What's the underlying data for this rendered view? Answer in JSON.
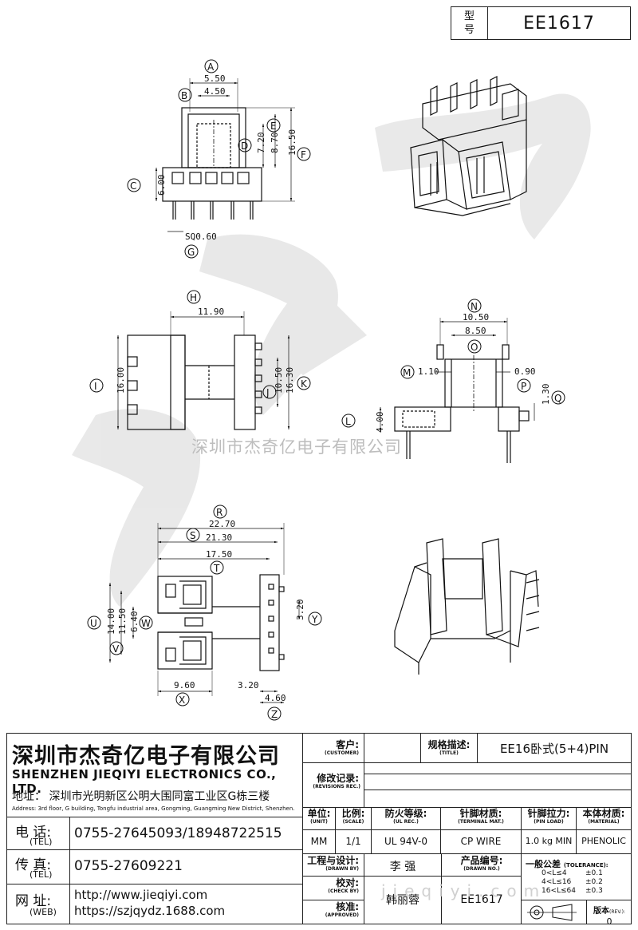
{
  "model_box": {
    "key_line1": "型",
    "key_line2": "号",
    "value": "EE1617"
  },
  "watermark": "深圳市杰奇亿电子有限公司",
  "watermark_url": "jieqiyi.com",
  "dims_front": {
    "A": "A",
    "B": "B",
    "C": "C",
    "D": "D",
    "E": "E",
    "F": "F",
    "G": "G",
    "v550": "5.50",
    "v450": "4.50",
    "v720": "7.20",
    "v870": "8.70",
    "v1650": "16.50",
    "v600": "6.00",
    "vsq": "SQ0.60"
  },
  "dims_side": {
    "H": "H",
    "I": "I",
    "J": "J",
    "K": "K",
    "v1190": "11.90",
    "v1600": "16.00",
    "v1050": "10.50",
    "v1630": "16.30"
  },
  "dims_end": {
    "N": "N",
    "O": "O",
    "M": "M",
    "P": "P",
    "Q": "Q",
    "L": "L",
    "v1050": "10.50",
    "v850": "8.50",
    "v110": "1.10",
    "v090": "0.90",
    "v130": "1.30",
    "v400": "4.00"
  },
  "dims_top": {
    "R": "R",
    "S": "S",
    "T": "T",
    "U": "U",
    "V": "V",
    "W": "W",
    "X": "X",
    "Y": "Y",
    "Z": "Z",
    "v2270": "22.70",
    "v2130": "21.30",
    "v1750": "17.50",
    "v1400": "14.00",
    "v1150": "11.50",
    "v640": "6.40",
    "v960": "9.60",
    "v320a": "3.20",
    "v320b": "3.20",
    "v460": "4.60"
  },
  "company": {
    "name_cn": "深圳市杰奇亿电子有限公司",
    "name_en": "SHENZHEN JIEQIYI ELECTRONICS CO., LTD.",
    "address_cn": "地址：  深圳市光明新区公明大围同富工业区G栋三楼",
    "address_en": "Address: 3rd floor, G building, Tongfu industrial area, Gongming, Guangming New District, Shenzhen.",
    "tel_label": "电  话:",
    "tel_label_en": "(TEL)",
    "tel": "0755-27645093/18948722515",
    "fax_label": "传  真:",
    "fax_label_en": "(TEL)",
    "fax": "0755-27609221",
    "web_label": "网  址:",
    "web_label_en": "(WEB)",
    "web1": "http://www.jieqiyi.com",
    "web2": "https://szjqydz.1688.com"
  },
  "title_block": {
    "customer_label": "客户:",
    "customer_label_en": "(CUSTOMER)",
    "customer": "",
    "title_label": "规格描述:",
    "title_label_en": "(TITLE)",
    "title": "EE16卧式(5+4)PIN",
    "rev_label": "修改记录:",
    "rev_label_en": "(REVISIONS REC.)",
    "unit_label": "单位:",
    "unit_label_en": "(UNIT)",
    "unit": "MM",
    "scale_label": "比例:",
    "scale_label_en": "(SCALE)",
    "scale": "1/1",
    "ul_label": "防火等级:",
    "ul_label_en": "(UL REC.)",
    "ul": "UL 94V-0",
    "term_label": "针脚材质:",
    "term_label_en": "(TERMINAL MAT.)",
    "term": "CP WIRE",
    "pin_label": "针脚拉力:",
    "pin_label_en": "(PIN LOAD)",
    "pin": "1.0 kg MIN",
    "mat_label": "本体材质:",
    "mat_label_en": "(MATERIAL)",
    "mat": "PHENOLIC",
    "drawn_label": "工程与设计:",
    "drawn_label_en": "(DRAWN BY)",
    "drawn": "李  强",
    "check_label": "校对:",
    "check_label_en": "(CHECK BY)",
    "approved_label": "核准:",
    "approved_label_en": "(APPROVED)",
    "approved": "韩丽蓉",
    "drawno_label": "产品编号:",
    "drawno_label_en": "(DRAWN NO.)",
    "drawno": "EE1617",
    "tol_label": "一般公差",
    "tol_label_en": "(TOLERANCE):",
    "tol": [
      {
        "range": "0<L≤4",
        "val": "±0.1"
      },
      {
        "range": "4<L≤16",
        "val": "±0.2"
      },
      {
        "range": "16<L≤64",
        "val": "±0.3"
      }
    ],
    "rev_no_label": "版本",
    "rev_no_label_en": "(REV.):",
    "rev_no": "0"
  }
}
